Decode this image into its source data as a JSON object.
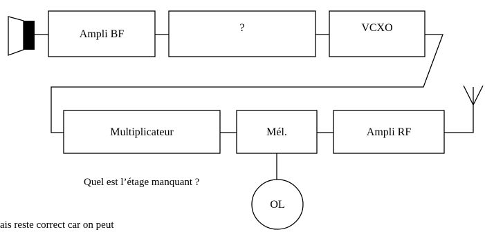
{
  "diagram": {
    "blocks": {
      "ampli_bf": "Ampli BF",
      "unknown": "?",
      "vcxo": "VCXO",
      "multiplicateur": "Multiplicateur",
      "mel": "Mél.",
      "ampli_rf": "Ampli RF",
      "ol": "OL"
    },
    "question": "Quel est l’étage manquant ?",
    "footnote": "ais reste correct car on peut"
  }
}
